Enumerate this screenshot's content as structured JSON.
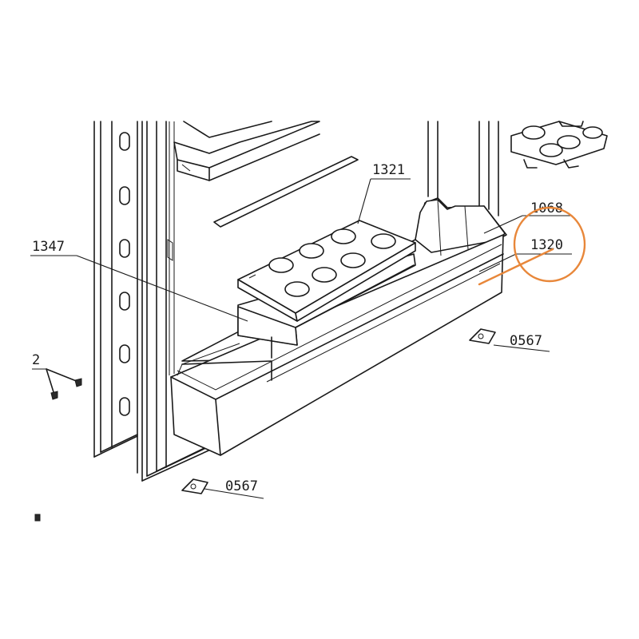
{
  "callouts": {
    "part_1321": "1321",
    "part_1347": "1347",
    "part_1068": "1068",
    "part_1320": "1320",
    "part_0567_right": "0567",
    "part_0567_bottom": "0567",
    "part_left_partial": "2"
  },
  "highlight": {
    "color": "#e8873a",
    "target": "1320"
  },
  "line_color": "#1a1a1a"
}
